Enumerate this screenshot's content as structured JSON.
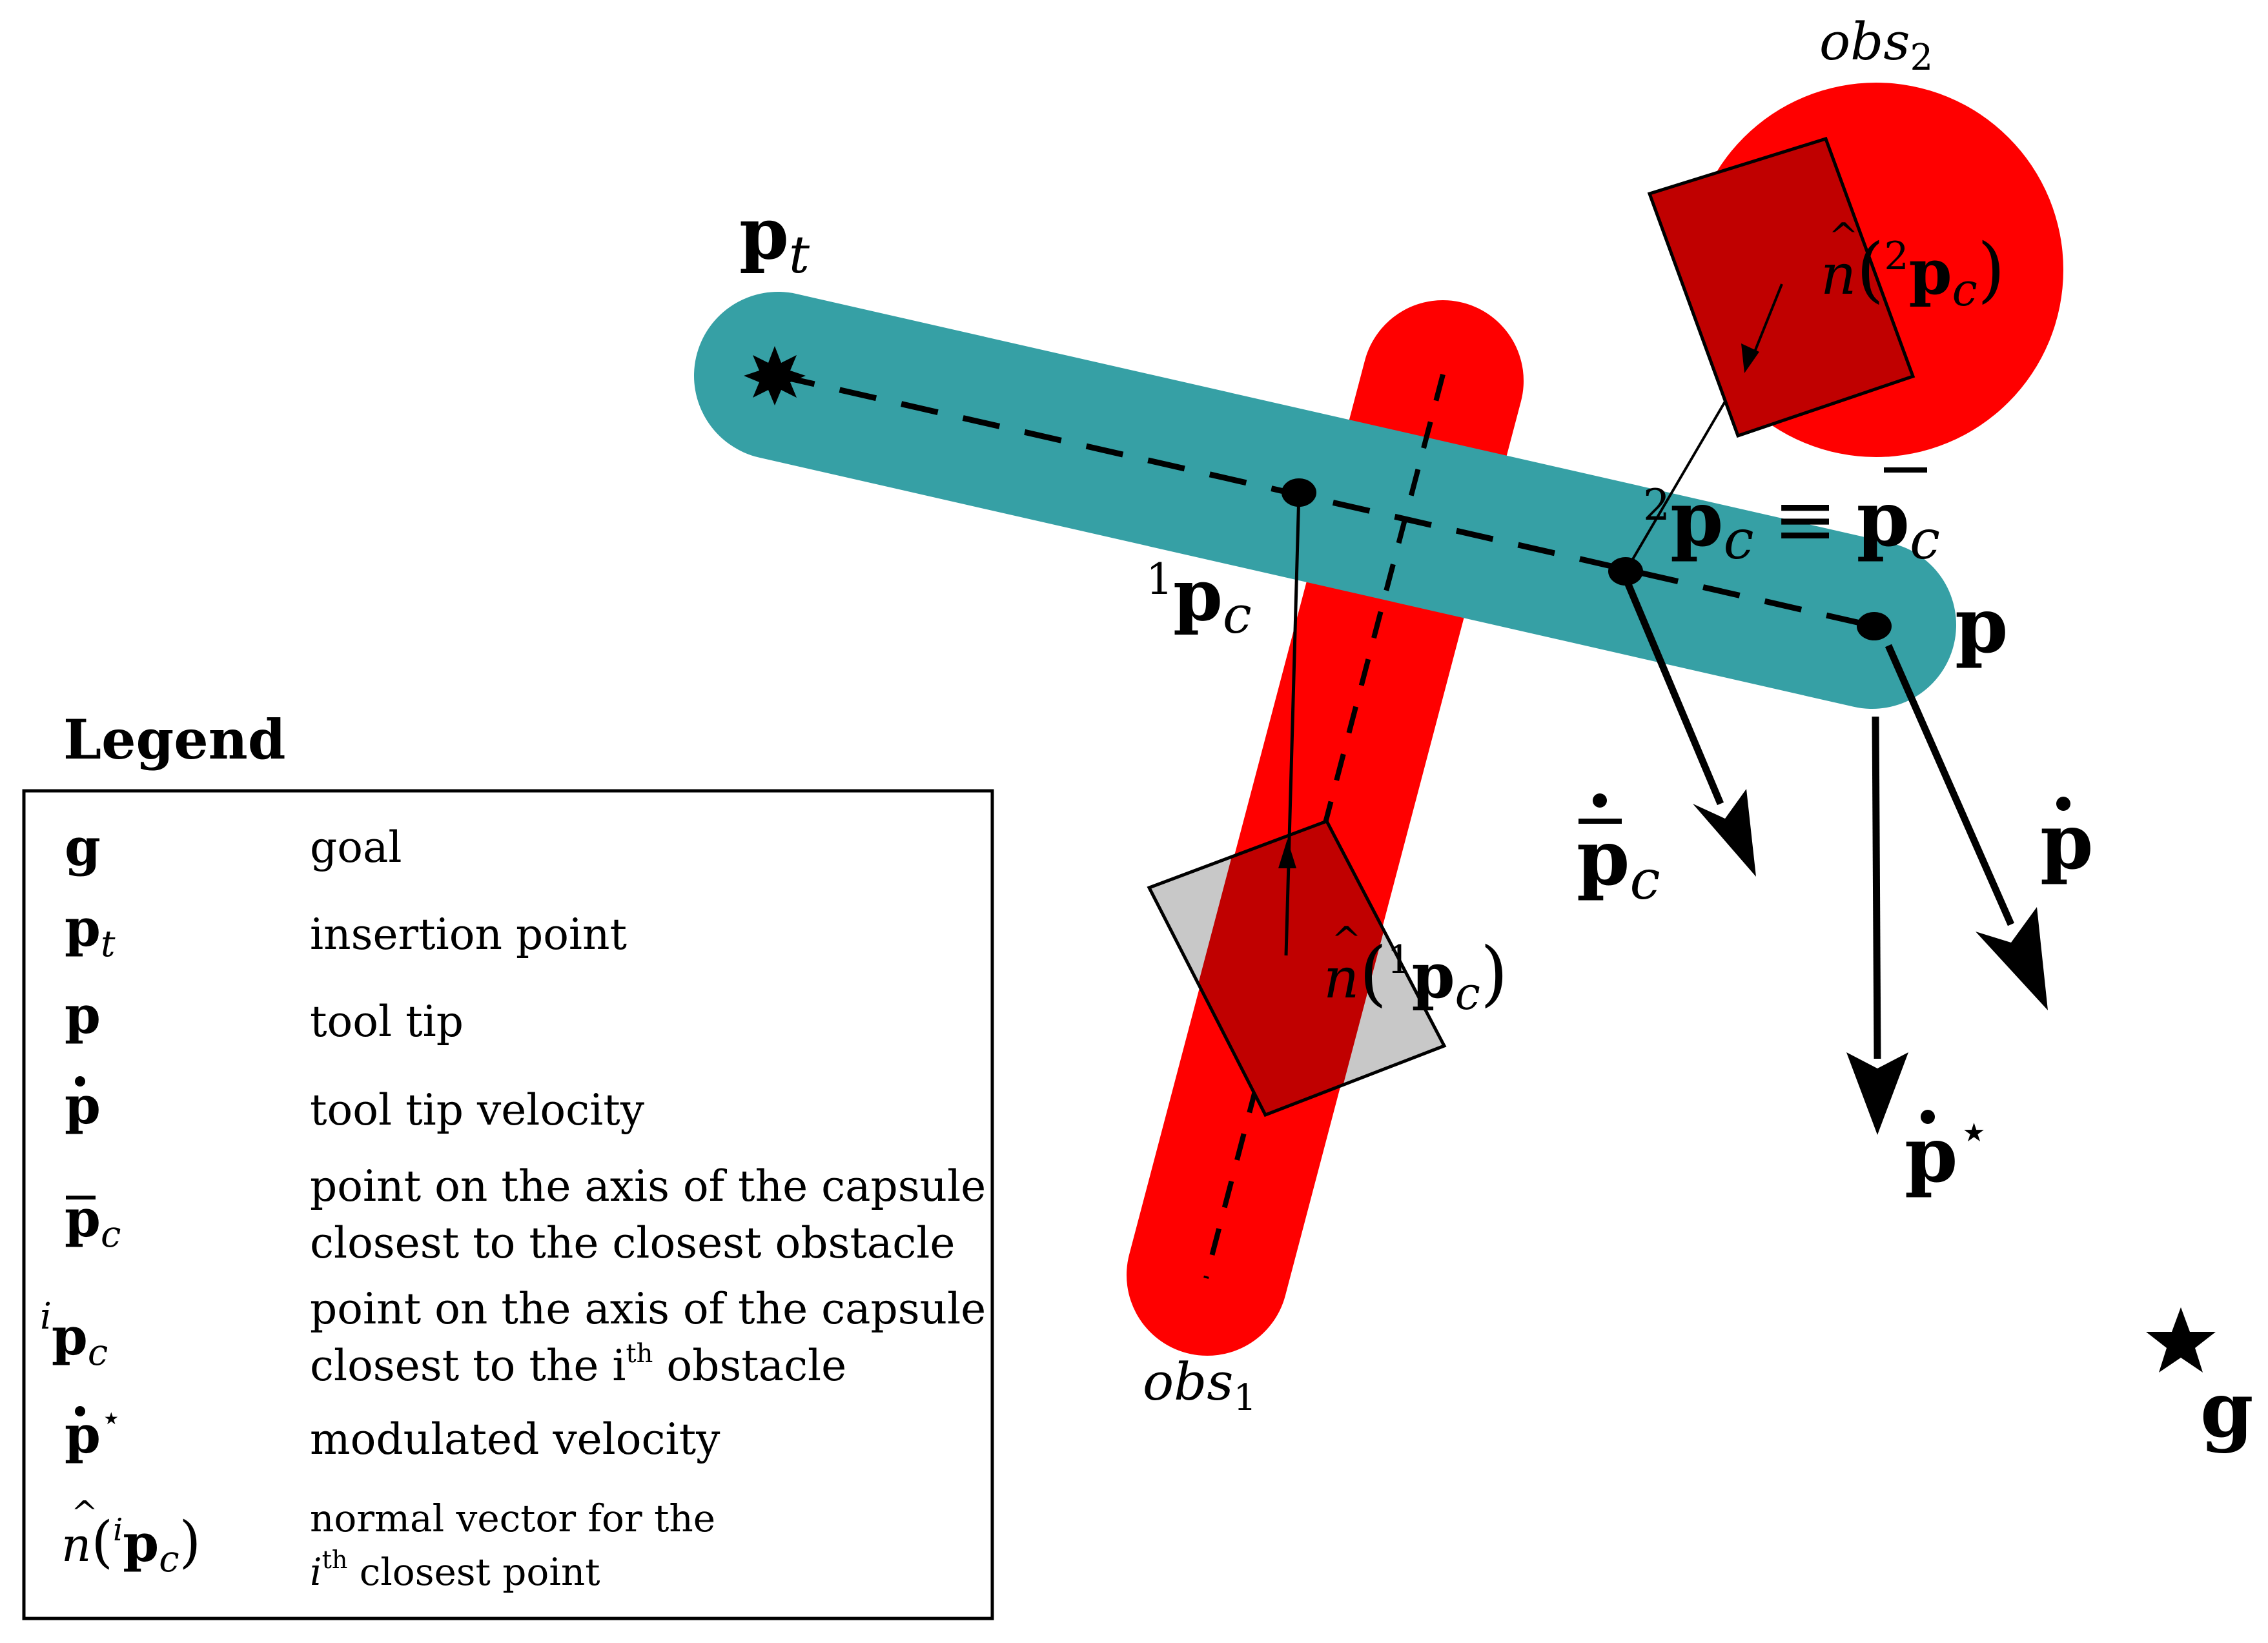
{
  "colors": {
    "obstacle": "#ff0000",
    "obstacle_overlap": "#c00000",
    "capsule": "#36a0a5",
    "tangent_plane_gray": "#c8c8c8",
    "ink": "#000000"
  },
  "labels": {
    "insertion_point": {
      "base": "p",
      "sub": "t"
    },
    "obs1": {
      "base": "obs",
      "sub": "1"
    },
    "obs2": {
      "base": "obs",
      "sub": "2"
    },
    "closest_point_1": {
      "sup": "1",
      "base": "p",
      "sub": "c"
    },
    "closest_point_2": {
      "sup": "2",
      "base": "p",
      "sub": "c",
      "equiv": "≡",
      "bar_base": "p",
      "bar_sub": "c"
    },
    "tool_tip": "p",
    "velocity_closest": {
      "base": "p",
      "sub": "c"
    },
    "velocity_tip": "p",
    "modulated_velocity": {
      "base": "p",
      "sup": "⋆"
    },
    "normal_1": {
      "hat": "n",
      "open": "(",
      "sup": "1",
      "base": "p",
      "sub": "c",
      "close": ")"
    },
    "normal_2": {
      "hat": "n",
      "open": "(",
      "sup": "2",
      "base": "p",
      "sub": "c",
      "close": ")"
    },
    "goal": "g"
  },
  "legend": {
    "title": "Legend",
    "entries": [
      {
        "symbol": "g",
        "desc": [
          "goal"
        ]
      },
      {
        "symbol": "pt",
        "desc": [
          "insertion point"
        ]
      },
      {
        "symbol": "p",
        "desc": [
          "tool tip"
        ]
      },
      {
        "symbol": "pdot",
        "desc": [
          "tool tip velocity"
        ]
      },
      {
        "symbol": "pbar",
        "desc": [
          "point on the axis of the capsule",
          "closest to the closest obstacle"
        ]
      },
      {
        "symbol": "ipc",
        "desc": [
          "point on the axis of the capsule",
          "closest to the i",
          "th",
          " obstacle"
        ]
      },
      {
        "symbol": "pstar",
        "desc": [
          "modulated velocity"
        ]
      },
      {
        "symbol": "nhat",
        "desc": [
          "normal vector for the",
          "i",
          "th",
          " closest point"
        ]
      }
    ]
  }
}
